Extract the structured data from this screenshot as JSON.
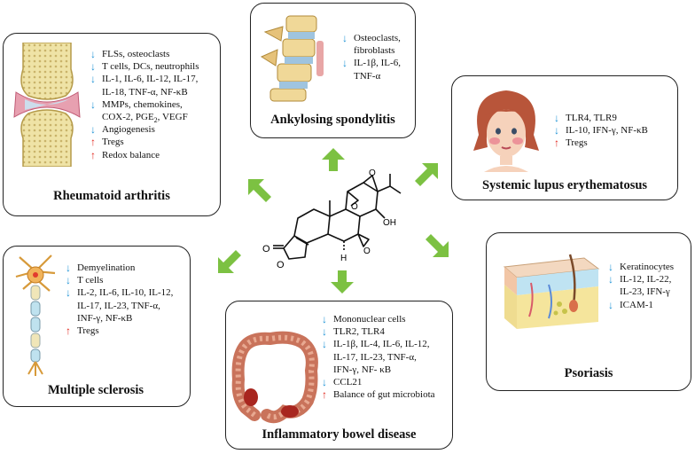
{
  "colors": {
    "decrease_arrow": "#1e93d6",
    "increase_arrow": "#e0251b",
    "pointer_arrow": "#7cc142"
  },
  "center": {
    "compound_label": "triptolide structure",
    "oh_label": "OH",
    "o_label": "O",
    "h_label": "H"
  },
  "ra": {
    "title": "Rheumatoid arthritis",
    "illustration": "knee-joint-icon",
    "items": [
      {
        "dir": "down",
        "lines": [
          "FLSs, osteoclasts"
        ]
      },
      {
        "dir": "down",
        "lines": [
          "T cells, DCs, neutrophils"
        ]
      },
      {
        "dir": "down",
        "lines": [
          "IL-1, IL-6, IL-12, IL-17,",
          "IL-18, TNF-α, NF-κB"
        ]
      },
      {
        "dir": "down",
        "lines": [
          "MMPs, chemokines,",
          "COX-2, PGE",
          "VEGF"
        ]
      },
      {
        "dir": "down",
        "lines": [
          "Angiogenesis"
        ]
      },
      {
        "dir": "up",
        "lines": [
          "Tregs"
        ]
      },
      {
        "dir": "up",
        "lines": [
          "Redox balance"
        ]
      }
    ],
    "pge_sub": "2",
    "pge_rest": ", VEGF"
  },
  "as": {
    "title": "Ankylosing spondylitis",
    "illustration": "spine-icon",
    "items": [
      {
        "dir": "down",
        "lines": [
          "Osteoclasts,",
          "fibroblasts"
        ]
      },
      {
        "dir": "down",
        "lines": [
          "IL-1β, IL-6,",
          "TNF-α"
        ]
      }
    ]
  },
  "sle": {
    "title": "Systemic lupus erythematosus",
    "illustration": "face-rash-icon",
    "items": [
      {
        "dir": "down",
        "lines": [
          "TLR4, TLR9"
        ]
      },
      {
        "dir": "down",
        "lines": [
          "IL-10, IFN-γ, NF-κB"
        ]
      },
      {
        "dir": "up",
        "lines": [
          "Tregs"
        ]
      }
    ]
  },
  "ms": {
    "title": "Multiple sclerosis",
    "illustration": "neuron-icon",
    "items": [
      {
        "dir": "down",
        "lines": [
          "Demyelination"
        ]
      },
      {
        "dir": "down",
        "lines": [
          "T cells"
        ]
      },
      {
        "dir": "down",
        "lines": [
          "IL-2, IL-6, IL-10, IL-12,",
          "IL-17, IL-23, TNF-α,",
          "INF-γ, NF-κB"
        ]
      },
      {
        "dir": "up",
        "lines": [
          "Tregs"
        ]
      }
    ]
  },
  "ibd": {
    "title": "Inflammatory bowel disease",
    "illustration": "colon-icon",
    "items": [
      {
        "dir": "down",
        "lines": [
          "Mononuclear cells"
        ]
      },
      {
        "dir": "down",
        "lines": [
          "TLR2, TLR4"
        ]
      },
      {
        "dir": "down",
        "lines": [
          "IL-1β, IL-4, IL-6, IL-12,",
          "IL-17, IL-23, TNF-α,",
          "IFN-γ, NF- κB"
        ]
      },
      {
        "dir": "down",
        "lines": [
          "CCL21"
        ]
      },
      {
        "dir": "up",
        "lines": [
          "Balance of gut microbiota"
        ]
      }
    ]
  },
  "pso": {
    "title": "Psoriasis",
    "illustration": "skin-layers-icon",
    "items": [
      {
        "dir": "down",
        "lines": [
          "Keratinocytes"
        ]
      },
      {
        "dir": "down",
        "lines": [
          "IL-12, IL-22,",
          "IL-23, IFN-γ"
        ]
      },
      {
        "dir": "down",
        "lines": [
          "ICAM-1"
        ]
      }
    ]
  }
}
